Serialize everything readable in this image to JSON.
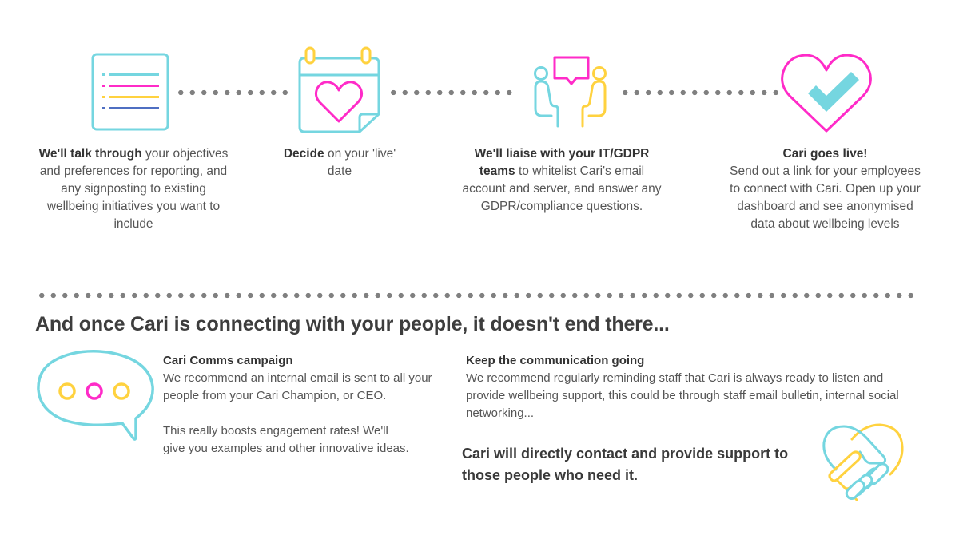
{
  "colors": {
    "cyan": "#75d6e0",
    "magenta": "#ff2bc8",
    "yellow": "#ffd23f",
    "blue": "#4f6fc2",
    "dots": "#808080",
    "heading": "#3d3d3d",
    "body": "#555555"
  },
  "steps": [
    {
      "icon": "list-document-icon",
      "bold": "We'll talk through",
      "rest": " your objectives and preferences for reporting, and any signposting to existing wellbeing initiatives you want to include"
    },
    {
      "icon": "calendar-heart-icon",
      "bold": "Decide",
      "rest": " on your 'live' date"
    },
    {
      "icon": "conversation-people-icon",
      "bold": "We'll liaise with your IT/GDPR teams",
      "rest": " to whitelist Cari's email account and server, and answer any GDPR/compliance questions."
    },
    {
      "icon": "heart-check-icon",
      "bold": "Cari goes live!",
      "rest": "Send out a link for your employees to connect with Cari. Open up your dashboard and see anonymised data about wellbeing levels"
    }
  ],
  "section": {
    "heading": "And once Cari is connecting with your people, it doesn't end there..."
  },
  "comms": {
    "icon": "speech-bubble-icon",
    "title": "Cari Comms campaign",
    "body1": "We recommend an internal email is sent to all your people from your Cari Champion, or CEO.",
    "body2": "This really boosts engagement rates! We'll give you examples and other innovative ideas."
  },
  "keep": {
    "title": "Keep the communication going",
    "body": "We recommend regularly reminding staff that Cari is always ready to listen and provide wellbeing support, this could be through staff email bulletin, internal social networking..."
  },
  "callout": {
    "text": "Cari will directly contact and provide support to those people who need it.",
    "icon": "handshake-heart-icon"
  }
}
